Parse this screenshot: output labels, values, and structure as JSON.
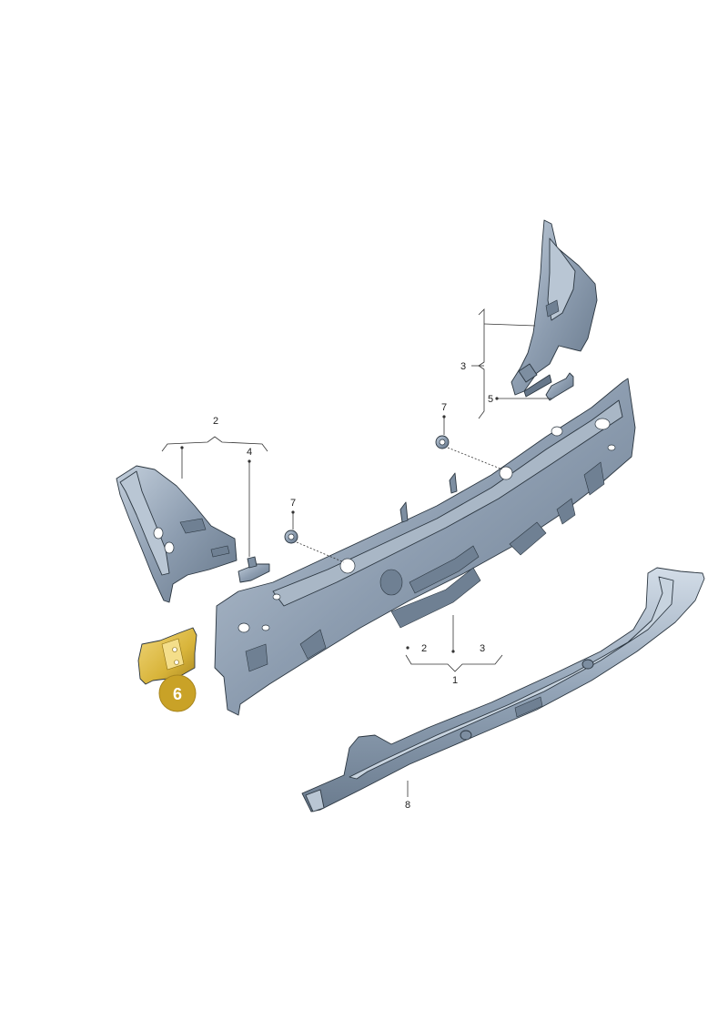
{
  "callouts": {
    "c1": "1",
    "c2_top": "2",
    "c2_bottom": "2",
    "c3_right": "3",
    "c3_bottom": "3",
    "c4": "4",
    "c5": "5",
    "c6": "6",
    "c7_left": "7",
    "c7_right": "7",
    "c8": "8"
  },
  "colors": {
    "part_fill": "#8d9db0",
    "part_light": "#b9c6d4",
    "part_dark": "#5e6e80",
    "highlight_badge": "#c9a227",
    "highlight_part": "#d8b43a"
  }
}
